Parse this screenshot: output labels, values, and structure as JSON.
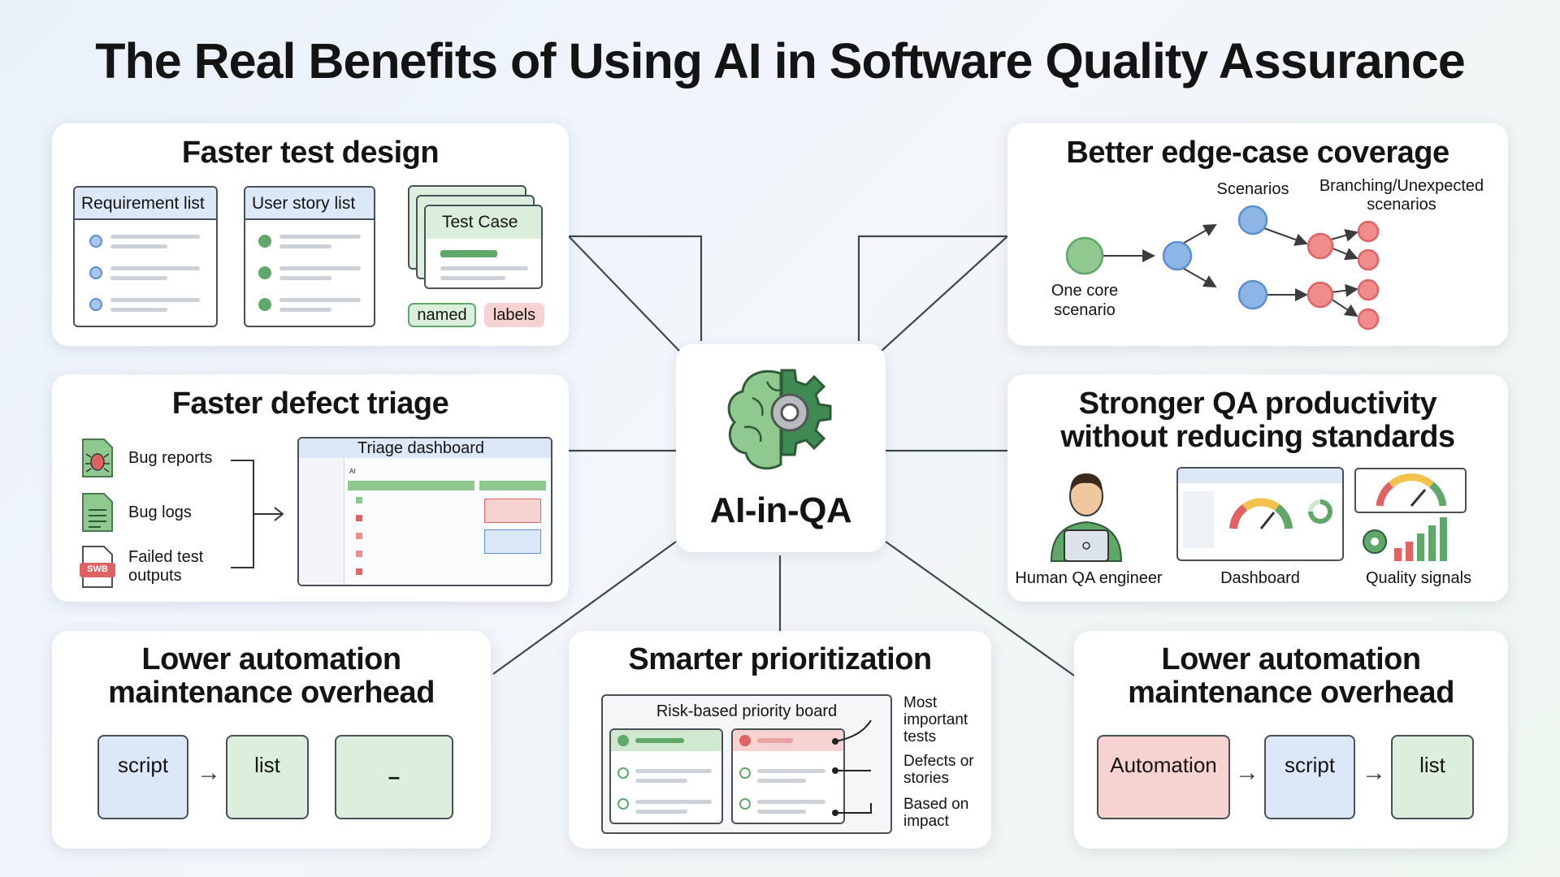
{
  "title": "The Real Benefits of Using AI in Software Quality Assurance",
  "center": {
    "label": "AI-in-QA",
    "icon": "brain-gear-icon"
  },
  "colors": {
    "green": "#5fa86a",
    "blue": "#6d9ed6",
    "red": "#e06363",
    "lightGreen": "#dcefdc",
    "lightBlue": "#dce8f7",
    "lightRed": "#f6d2d0"
  },
  "cards": {
    "test_design": {
      "title": "Faster test design",
      "requirement_list": "Requirement list",
      "user_story_list": "User story list",
      "test_case": "Test Case",
      "named": "named",
      "labels": "labels"
    },
    "edge_case": {
      "title": "Better edge-case coverage",
      "scenarios": "Scenarios",
      "branching": "Branching/Unexpected scenarios",
      "core_line1": "One core",
      "core_line2": "scenario"
    },
    "defect_triage": {
      "title": "Faster defect triage",
      "bug_reports": "Bug reports",
      "bug_logs": "Bug logs",
      "failed_line1": "Failed test",
      "failed_line2": "outputs",
      "file_tag": "SWB",
      "dashboard": "Triage dashboard",
      "mini_col": "AI"
    },
    "productivity": {
      "title_line1": "Stronger QA productivity",
      "title_line2": "without reducing standards",
      "engineer": "Human QA engineer",
      "dashboard": "Dashboard",
      "signals": "Quality signals"
    },
    "maintenance_left": {
      "title_line1": "Lower automation",
      "title_line2": "maintenance overhead",
      "box1": "script",
      "box2": "list",
      "box3": "–"
    },
    "prioritization": {
      "title": "Smarter prioritization",
      "board": "Risk-based priority board",
      "note1": "Most important tests",
      "note2": "Defects or stories",
      "note3": "Based on impact"
    },
    "maintenance_right": {
      "title_line1": "Lower automation",
      "title_line2": "maintenance overhead",
      "box1": "Automation",
      "box2": "script",
      "box3": "list"
    }
  }
}
